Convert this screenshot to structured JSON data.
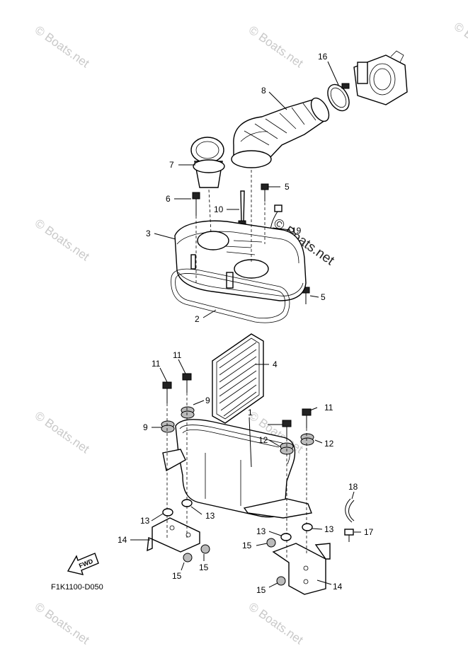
{
  "diagram": {
    "code": "F1K1100-D050",
    "fwd_label": "FWD",
    "watermark_text": "© Boats.net",
    "callouts": [
      "16",
      "8",
      "7",
      "5",
      "6",
      "10",
      "19",
      "3",
      "5",
      "2",
      "4",
      "11",
      "11",
      "9",
      "9",
      "1",
      "11",
      "12",
      "12",
      "13",
      "13",
      "18",
      "14",
      "13",
      "13",
      "17",
      "15",
      "15",
      "15",
      "14",
      "15"
    ]
  }
}
